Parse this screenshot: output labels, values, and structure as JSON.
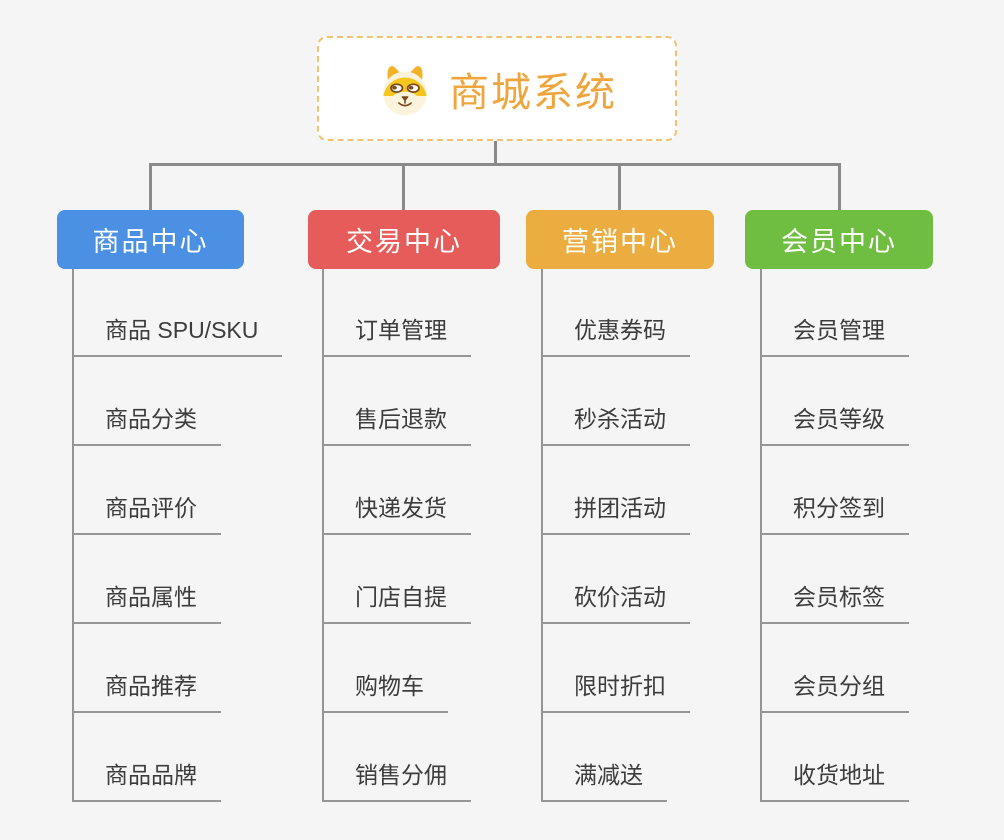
{
  "canvas": {
    "background": "#f5f5f5",
    "connector_color": "#8a8a8a",
    "leaf_underline_color": "#969696",
    "leaf_text_color": "#3c3c3c"
  },
  "root": {
    "title": "商城系统",
    "icon": "dog-face-icon",
    "title_color": "#f0a43c",
    "border_color": "#f2c172",
    "background": "#ffffff"
  },
  "branches": [
    {
      "label": "商品中心",
      "color": "#4b90e2",
      "items": [
        "商品 SPU/SKU",
        "商品分类",
        "商品评价",
        "商品属性",
        "商品推荐",
        "商品品牌"
      ]
    },
    {
      "label": "交易中心",
      "color": "#e55c5a",
      "items": [
        "订单管理",
        "售后退款",
        "快递发货",
        "门店自提",
        "购物车",
        "销售分佣"
      ]
    },
    {
      "label": "营销中心",
      "color": "#ebad3f",
      "items": [
        "优惠券码",
        "秒杀活动",
        "拼团活动",
        "砍价活动",
        "限时折扣",
        "满减送"
      ]
    },
    {
      "label": "会员中心",
      "color": "#6fbe41",
      "items": [
        "会员管理",
        "会员等级",
        "积分签到",
        "会员标签",
        "会员分组",
        "收货地址"
      ]
    }
  ]
}
